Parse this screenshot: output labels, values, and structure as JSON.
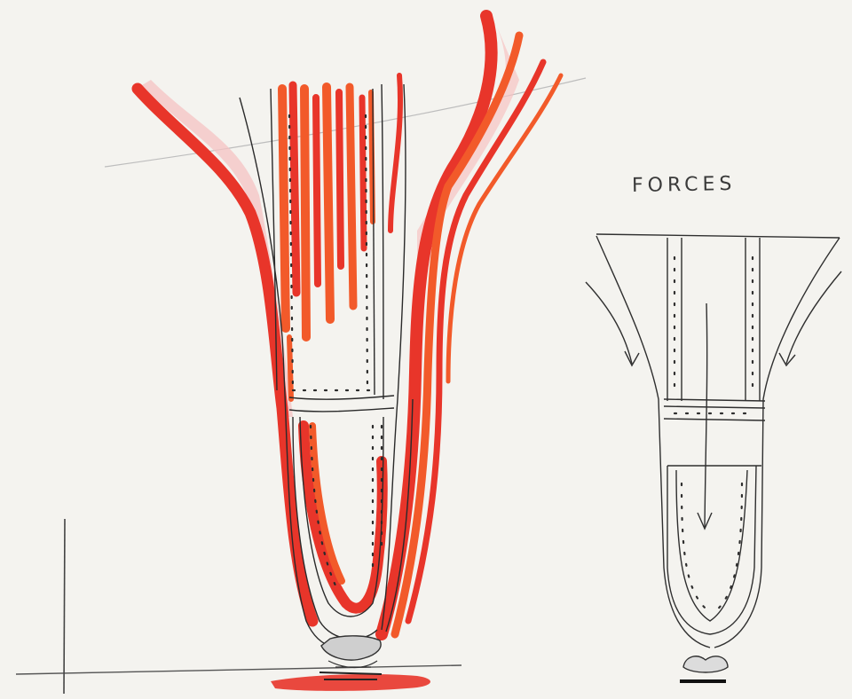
{
  "annotation": {
    "label": "FORCES"
  },
  "palette": {
    "paper": "#f4f3ef",
    "ink": "#2a2a2a",
    "red": "#e8352a",
    "orange": "#f25a2a",
    "pink": "#f3b1b1"
  },
  "drawings": [
    "left-coloured-sketch",
    "right-forces-sketch"
  ]
}
